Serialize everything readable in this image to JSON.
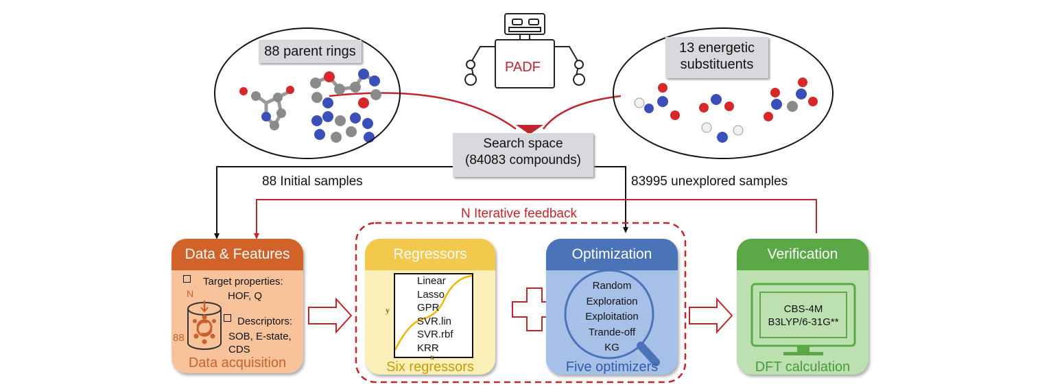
{
  "top": {
    "robot_label": "PADF",
    "parent_rings": "88 parent rings",
    "substituents_line1": "13 energetic",
    "substituents_line2": "substituents",
    "search_space_line1": "Search space",
    "search_space_line2": "(84083 compounds)",
    "initial_samples": "88 Initial samples",
    "unexplored_samples": "83995 unexplored samples",
    "feedback": "N Iterative feedback"
  },
  "data_features": {
    "title": "Data & Features",
    "target_label": "Target properties:",
    "target_values": "HOF, Q",
    "n_label": "N",
    "count_label": "88",
    "descriptors_label": "Descriptors:",
    "descriptors_line1": "SOB, E-state,",
    "descriptors_line2": "CDS",
    "footer": "Data acquisition"
  },
  "regressors": {
    "title": "Regressors",
    "items": [
      "Linear",
      "Lasso",
      "GPR",
      "SVR.lin",
      "SVR.rbf",
      "KRR"
    ],
    "y_axis": "y",
    "x_axis": "x",
    "footer": "Six regressors"
  },
  "optimization": {
    "title": "Optimization",
    "items": [
      "Random",
      "Exploration",
      "Exploitation",
      "Trande-off",
      "KG"
    ],
    "footer": "Five optimizers"
  },
  "verification": {
    "title": "Verification",
    "line1": "CBS-4M",
    "line2": "B3LYP/6-31G**",
    "footer": "DFT calculation"
  },
  "colors": {
    "red": "#c0252b",
    "orange": "#d1632a",
    "yellow": "#f2c94c",
    "blue": "#4a73b8",
    "green": "#5aa846"
  }
}
